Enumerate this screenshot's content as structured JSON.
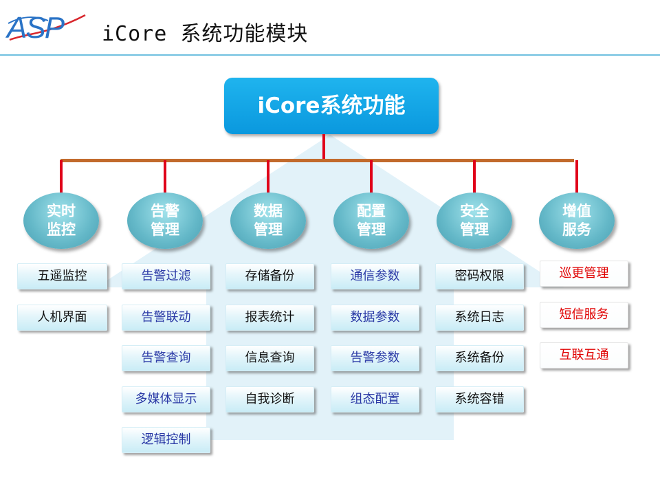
{
  "header": {
    "logo_text": "ASP",
    "title": "iCore 系统功能模块"
  },
  "root": {
    "label": "iCore系统功能"
  },
  "colors": {
    "root": "#0aa6e8",
    "connector": "#e0001a",
    "bar": "#c26a2c",
    "category": "#64b8c8",
    "rule": "#6fc0df"
  },
  "categories": [
    {
      "line1": "实时",
      "line2": "监控",
      "items": [
        "五遥监控",
        "人机界面"
      ],
      "item_color": "black"
    },
    {
      "line1": "告警",
      "line2": "管理",
      "items": [
        "告警过滤",
        "告警联动",
        "告警查询",
        "多媒体显示",
        "逻辑控制"
      ],
      "item_color": "blue"
    },
    {
      "line1": "数据",
      "line2": "管理",
      "items": [
        "存储备份",
        "报表统计",
        "信息查询",
        "自我诊断"
      ],
      "item_color": "black"
    },
    {
      "line1": "配置",
      "line2": "管理",
      "items": [
        "通信参数",
        "数据参数",
        "告警参数",
        "组态配置"
      ],
      "item_color": "blue"
    },
    {
      "line1": "安全",
      "line2": "管理",
      "items": [
        "密码权限",
        "系统日志",
        "系统备份",
        "系统容错"
      ],
      "item_color": "black"
    },
    {
      "line1": "增值",
      "line2": "服务",
      "items": [
        "巡更管理",
        "短信服务",
        "互联互通"
      ],
      "item_color": "red"
    }
  ]
}
